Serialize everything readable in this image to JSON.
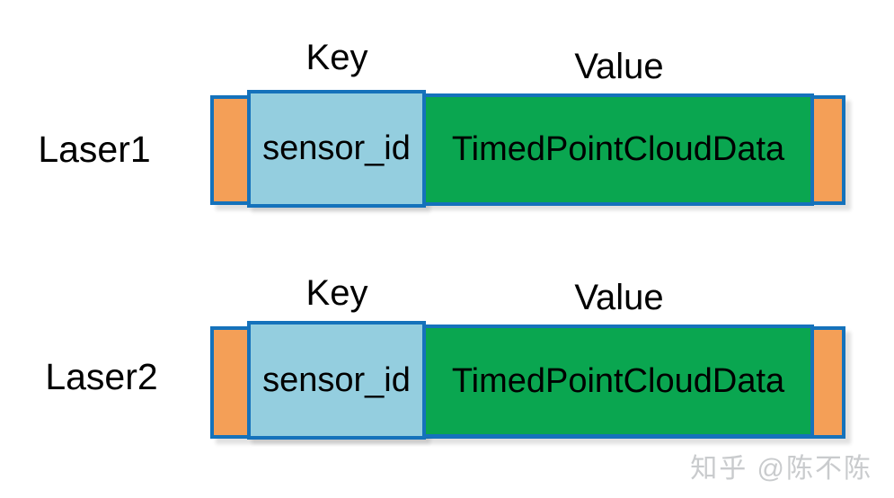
{
  "colors": {
    "border_blue": "#1572BB",
    "orange": "#F49F57",
    "light_blue": "#94CEDF",
    "green": "#0AA650",
    "text_black": "#000000",
    "watermark_gray": "#C9CBCD"
  },
  "rows": [
    {
      "label": "Laser1",
      "key_header": "Key",
      "value_header": "Value",
      "key_cell": "sensor_id",
      "value_cell": "TimedPointCloudData"
    },
    {
      "label": "Laser2",
      "key_header": "Key",
      "value_header": "Value",
      "key_cell": "sensor_id",
      "value_cell": "TimedPointCloudData"
    }
  ],
  "watermark": "知乎 @陈不陈"
}
